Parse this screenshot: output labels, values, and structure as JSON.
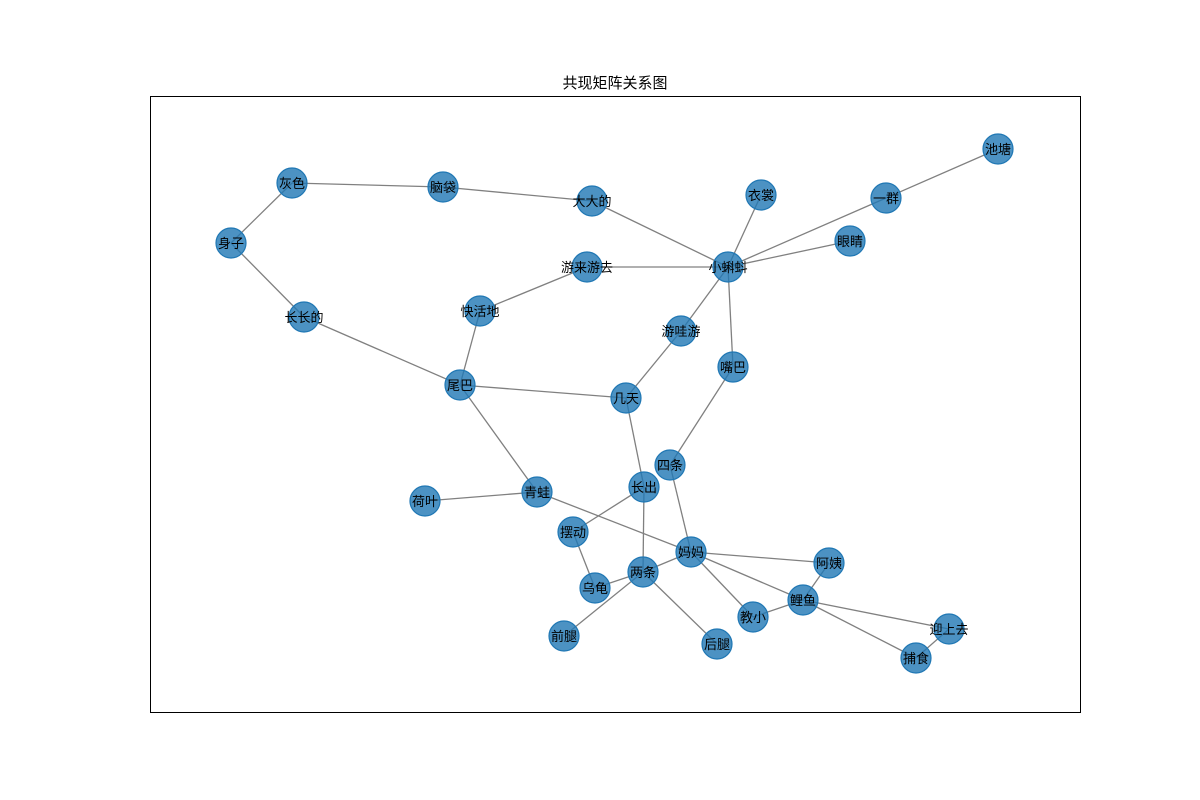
{
  "title": "共现矩阵关系图",
  "colors": {
    "node": "#1f77b4",
    "edge": "#808080",
    "frame": "#000000",
    "background": "#ffffff"
  },
  "nodes": [
    {
      "id": "池塘",
      "label": "池塘"
    },
    {
      "id": "衣裳",
      "label": "衣裳"
    },
    {
      "id": "一群",
      "label": "一群"
    },
    {
      "id": "灰色",
      "label": "灰色"
    },
    {
      "id": "脑袋",
      "label": "脑袋"
    },
    {
      "id": "大大的",
      "label": "大大的"
    },
    {
      "id": "身子",
      "label": "身子"
    },
    {
      "id": "眼睛",
      "label": "眼睛"
    },
    {
      "id": "游来游去",
      "label": "游来游去"
    },
    {
      "id": "小蝌蚪",
      "label": "小蝌蚪"
    },
    {
      "id": "长长的",
      "label": "长长的"
    },
    {
      "id": "快活地",
      "label": "快活地"
    },
    {
      "id": "游哇游",
      "label": "游哇游"
    },
    {
      "id": "嘴巴",
      "label": "嘴巴"
    },
    {
      "id": "尾巴",
      "label": "尾巴"
    },
    {
      "id": "几天",
      "label": "几天"
    },
    {
      "id": "四条",
      "label": "四条"
    },
    {
      "id": "长出",
      "label": "长出"
    },
    {
      "id": "荷叶",
      "label": "荷叶"
    },
    {
      "id": "青蛙",
      "label": "青蛙"
    },
    {
      "id": "摆动",
      "label": "摆动"
    },
    {
      "id": "妈妈",
      "label": "妈妈"
    },
    {
      "id": "阿姨",
      "label": "阿姨"
    },
    {
      "id": "两条",
      "label": "两条"
    },
    {
      "id": "乌龟",
      "label": "乌龟"
    },
    {
      "id": "鲤鱼",
      "label": "鲤鱼"
    },
    {
      "id": "教小",
      "label": "教小"
    },
    {
      "id": "迎上去",
      "label": "迎上去"
    },
    {
      "id": "前腿",
      "label": "前腿"
    },
    {
      "id": "后腿",
      "label": "后腿"
    },
    {
      "id": "捕食",
      "label": "捕食"
    }
  ],
  "edges": [
    [
      "池塘",
      "一群"
    ],
    [
      "一群",
      "小蝌蚪"
    ],
    [
      "衣裳",
      "小蝌蚪"
    ],
    [
      "眼睛",
      "小蝌蚪"
    ],
    [
      "大大的",
      "小蝌蚪"
    ],
    [
      "脑袋",
      "大大的"
    ],
    [
      "灰色",
      "脑袋"
    ],
    [
      "灰色",
      "身子"
    ],
    [
      "身子",
      "长长的"
    ],
    [
      "长长的",
      "尾巴"
    ],
    [
      "游来游去",
      "小蝌蚪"
    ],
    [
      "快活地",
      "游来游去"
    ],
    [
      "快活地",
      "尾巴"
    ],
    [
      "小蝌蚪",
      "游哇游"
    ],
    [
      "小蝌蚪",
      "嘴巴"
    ],
    [
      "游哇游",
      "几天"
    ],
    [
      "尾巴",
      "几天"
    ],
    [
      "尾巴",
      "青蛙"
    ],
    [
      "几天",
      "长出"
    ],
    [
      "嘴巴",
      "四条"
    ],
    [
      "四条",
      "妈妈"
    ],
    [
      "长出",
      "摆动"
    ],
    [
      "长出",
      "两条"
    ],
    [
      "荷叶",
      "青蛙"
    ],
    [
      "青蛙",
      "妈妈"
    ],
    [
      "摆动",
      "乌龟"
    ],
    [
      "乌龟",
      "两条"
    ],
    [
      "两条",
      "前腿"
    ],
    [
      "两条",
      "后腿"
    ],
    [
      "两条",
      "妈妈"
    ],
    [
      "妈妈",
      "阿姨"
    ],
    [
      "妈妈",
      "教小"
    ],
    [
      "妈妈",
      "鲤鱼"
    ],
    [
      "阿姨",
      "鲤鱼"
    ],
    [
      "教小",
      "鲤鱼"
    ],
    [
      "鲤鱼",
      "迎上去"
    ],
    [
      "鲤鱼",
      "捕食"
    ],
    [
      "迎上去",
      "捕食"
    ]
  ]
}
